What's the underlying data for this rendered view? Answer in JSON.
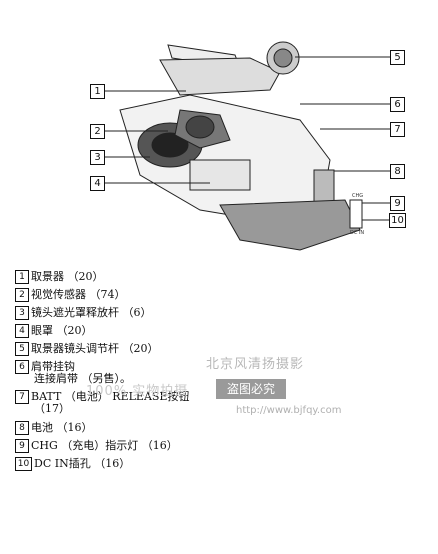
{
  "callouts": [
    "1",
    "2",
    "3",
    "4",
    "5",
    "6",
    "7",
    "8",
    "9",
    "10"
  ],
  "items": [
    {
      "num": "1",
      "label": "取景器 （20）"
    },
    {
      "num": "2",
      "label": "视觉传感器 （74）"
    },
    {
      "num": "3",
      "label": "镜头遮光罩释放杆 （6）"
    },
    {
      "num": "4",
      "label": "眼罩 （20）"
    },
    {
      "num": "5",
      "label": "取景器镜头调节杆 （20）"
    },
    {
      "num": "6",
      "label": "肩带挂钩",
      "sub": "连接肩带 （另售）。"
    },
    {
      "num": "7",
      "label": "BATT （电池） RELEASE按钮",
      "sub": "（17）"
    },
    {
      "num": "8",
      "label": "电池 （16）"
    },
    {
      "num": "9",
      "label": "CHG （充电）指示灯 （16）"
    },
    {
      "num": "10",
      "label": "DC IN插孔 （16）"
    }
  ],
  "panel_labels": {
    "chg": "CHG",
    "dcin": "DC IN"
  },
  "watermark": {
    "line1": "北京风清扬摄影",
    "line2": "100% 实物拍摄",
    "box": "盗图必究",
    "url": "http://www.bjfqy.com"
  }
}
